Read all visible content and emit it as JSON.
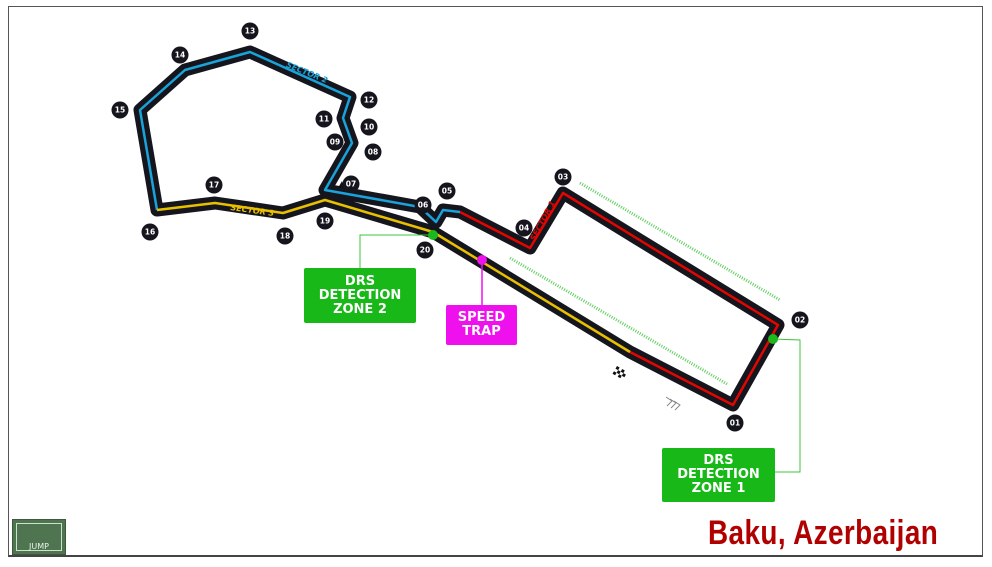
{
  "title": "Baku, Azerbaijan",
  "jump_button": {
    "label": "JUMP",
    "icon": "road-sign-icon"
  },
  "sectors": [
    {
      "label": "SECTOR 1",
      "color": "#e10600"
    },
    {
      "label": "SECTOR 2",
      "color": "#1aa3d9"
    },
    {
      "label": "SECTOR 3",
      "color": "#e8c000"
    }
  ],
  "corners": [
    "01",
    "02",
    "03",
    "04",
    "05",
    "06",
    "07",
    "08",
    "09",
    "10",
    "11",
    "12",
    "13",
    "14",
    "15",
    "16",
    "17",
    "18",
    "19",
    "20"
  ],
  "callouts": {
    "drs_zone_2": {
      "line1": "DRS",
      "line2": "DETECTION",
      "line3": "ZONE 2",
      "color": "#18b818"
    },
    "speed_trap": {
      "line1": "SPEED",
      "line2": "TRAP",
      "color": "#ee11ee"
    },
    "drs_zone_1": {
      "line1": "DRS",
      "line2": "DETECTION",
      "line3": "ZONE 1",
      "color": "#18b818"
    }
  },
  "icons": [
    "chequered-flag-icon",
    "direction-chevrons-icon"
  ]
}
